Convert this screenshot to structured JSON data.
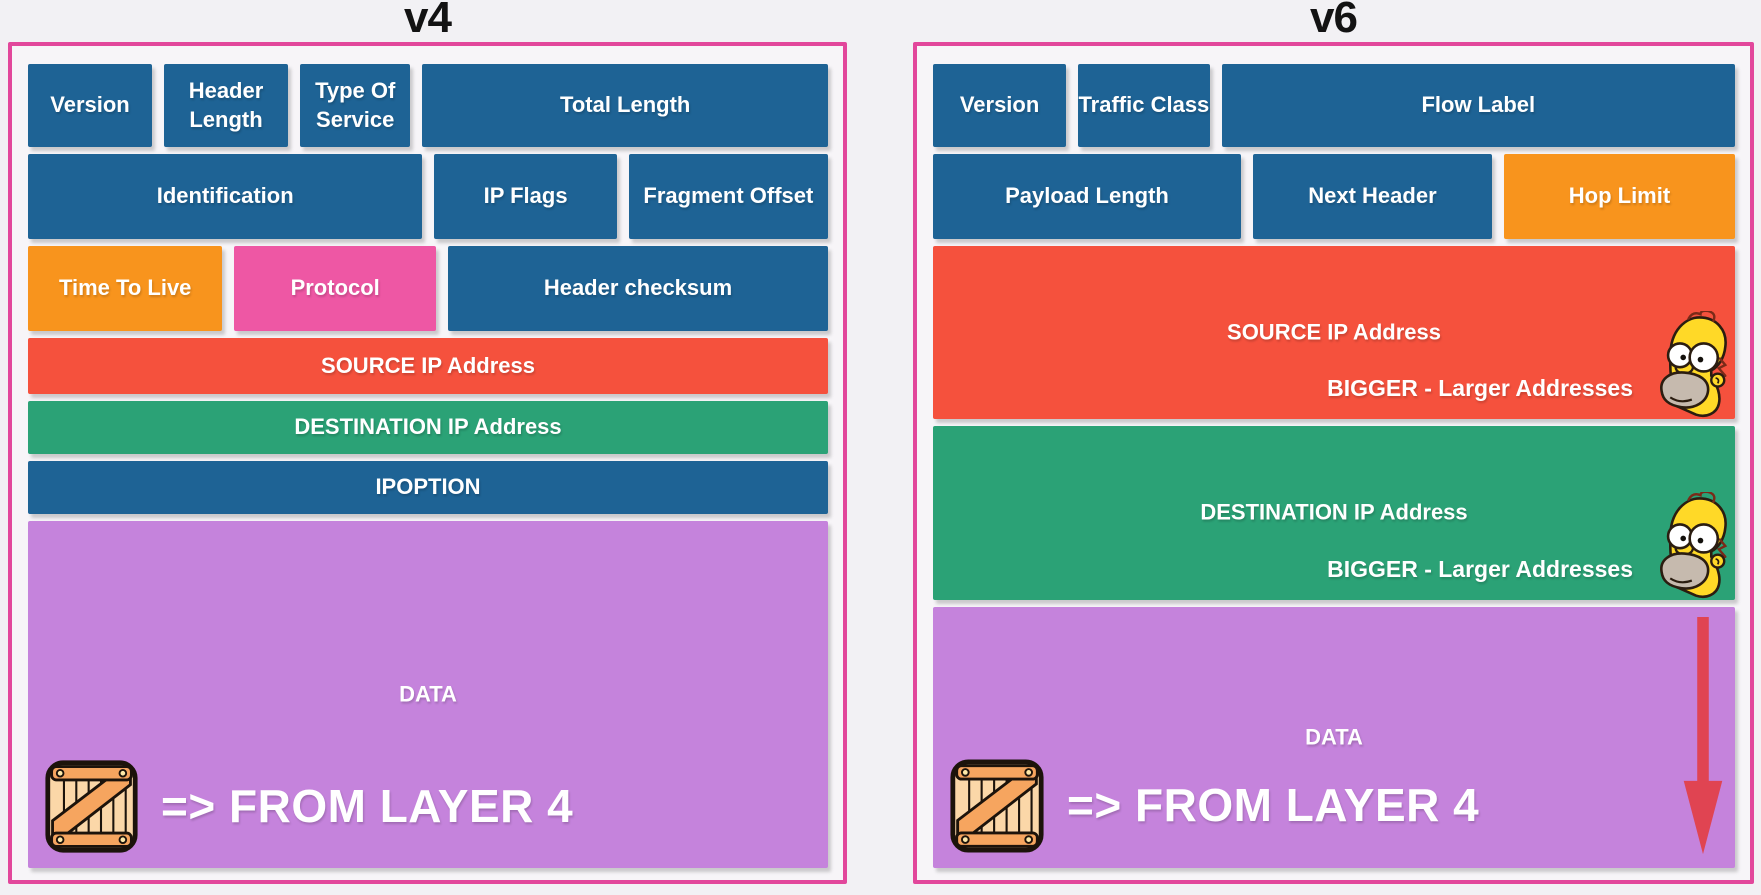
{
  "v4": {
    "title": "v4",
    "version": "Version",
    "header_length": "Header Length",
    "type_of_service": "Type Of Service",
    "total_length": "Total Length",
    "identification": "Identification",
    "ip_flags": "IP Flags",
    "fragment_offset": "Fragment Offset",
    "time_to_live": "Time To Live",
    "protocol": "Protocol",
    "header_checksum": "Header checksum",
    "source_ip": "SOURCE IP Address",
    "destination_ip": "DESTINATION IP Address",
    "ipoption": "IPOPTION",
    "data": "DATA",
    "from_layer_4": "=> FROM LAYER 4"
  },
  "v6": {
    "title": "v6",
    "version": "Version",
    "traffic_class": "Traffic Class",
    "flow_label": "Flow Label",
    "payload_length": "Payload Length",
    "next_header": "Next Header",
    "hop_limit": "Hop Limit",
    "source_ip": "SOURCE IP Address",
    "source_note": "BIGGER - Larger Addresses",
    "destination_ip": "DESTINATION IP Address",
    "destination_note": "BIGGER - Larger Addresses",
    "data": "DATA",
    "from_layer_4": "=> FROM LAYER 4"
  },
  "icons": {
    "crate": "crate-icon",
    "homer": "homer-simpson-icon",
    "down_arrow": "red-down-arrow-icon"
  },
  "colors": {
    "blue": "#1E6395",
    "orange": "#F8941D",
    "magenta": "#EE57A4",
    "red": "#F5513D",
    "green": "#2BA276",
    "purple": "#C583DC",
    "panel_border": "#E2479B",
    "arrow": "#E04452",
    "title_text": "#131313",
    "page_bg": "#F2F1F4"
  }
}
